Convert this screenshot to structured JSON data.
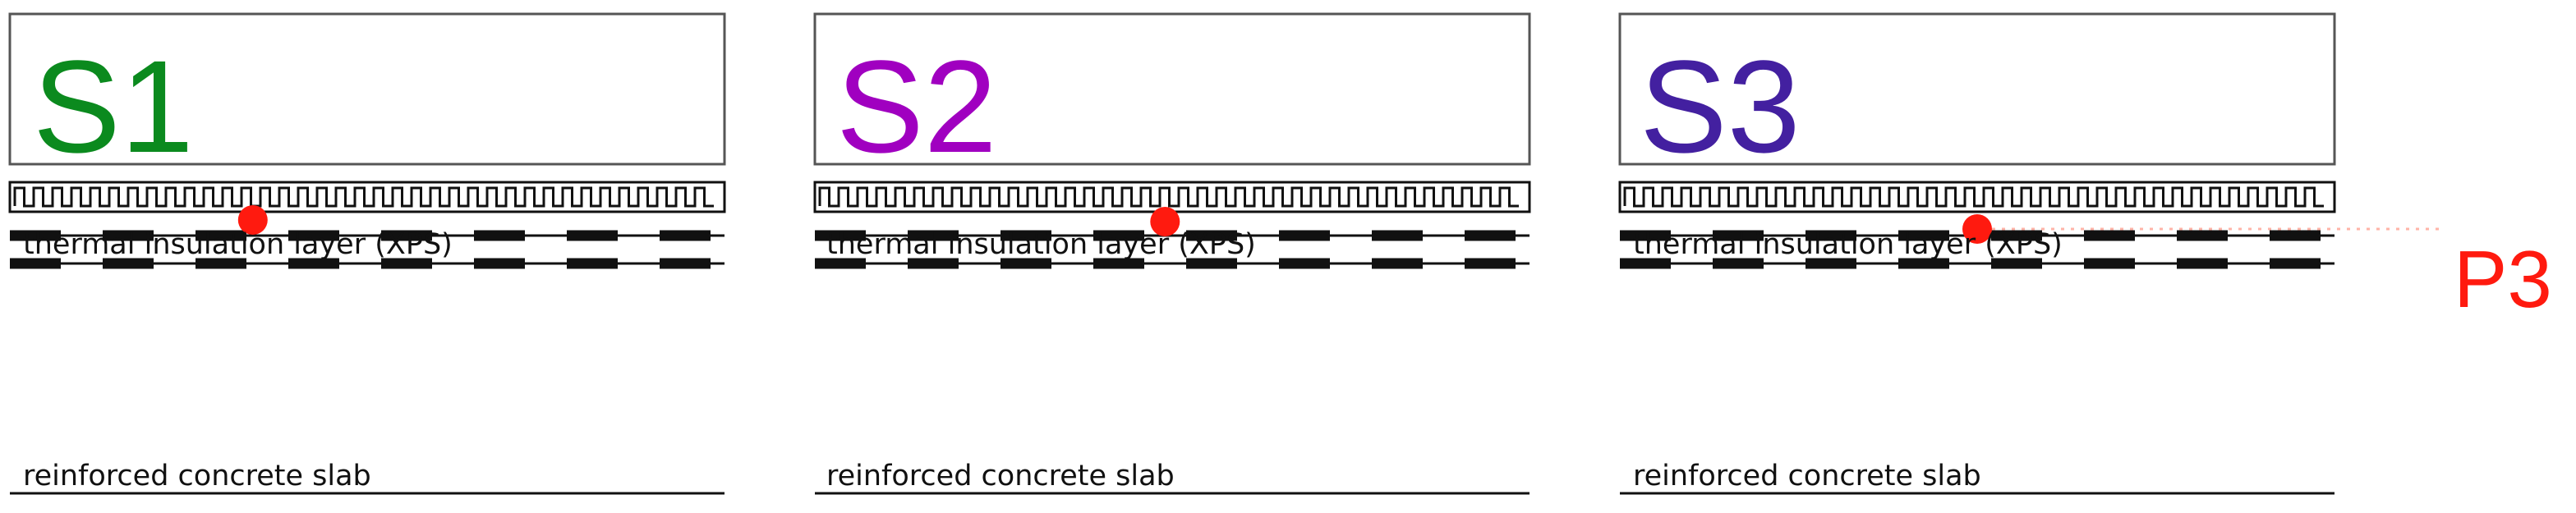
{
  "colors": {
    "s1": "#0B8A1E",
    "s2": "#A000C0",
    "s3": "#4320A0",
    "marker": "#FF1A0F",
    "p3": "#FF1A0F",
    "line": "#111111"
  },
  "panels": [
    {
      "label": "S1",
      "color_key": "s1",
      "marker_fraction": 0.34,
      "layers": {
        "insulation_label": "thermal insulation layer (XPS)",
        "slab_label": "reinforced concrete slab"
      }
    },
    {
      "label": "S2",
      "color_key": "s2",
      "marker_fraction": 0.49,
      "layers": {
        "insulation_label": "thermal insulation layer (XPS)",
        "slab_label": "reinforced concrete slab"
      }
    },
    {
      "label": "S3",
      "color_key": "s3",
      "marker_fraction": 0.5,
      "layers": {
        "insulation_label": "thermal insulation layer (XPS)",
        "slab_label": "reinforced concrete slab"
      }
    }
  ],
  "point_label": "P3"
}
